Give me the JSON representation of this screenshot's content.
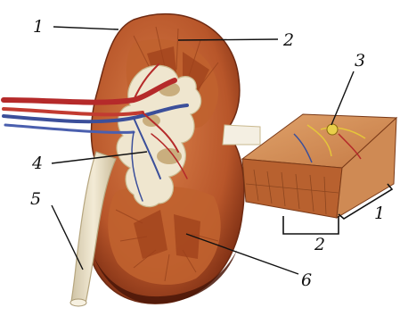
{
  "labels": {
    "cortex_left": "1",
    "medulla_top": "2",
    "nephron_block": "3",
    "pelvis": "4",
    "ureter": "5",
    "pyramid_lower": "6",
    "block_bracket_2": "2",
    "block_bracket_1": "1"
  },
  "colors": {
    "cortex": "#b8562a",
    "cortex_dark": "#7e2f14",
    "medulla": "#c86a34",
    "pelvis": "#efe6cf",
    "artery": "#b52a2a",
    "vein": "#3b4f9a",
    "ureter": "#e7dcc0"
  }
}
